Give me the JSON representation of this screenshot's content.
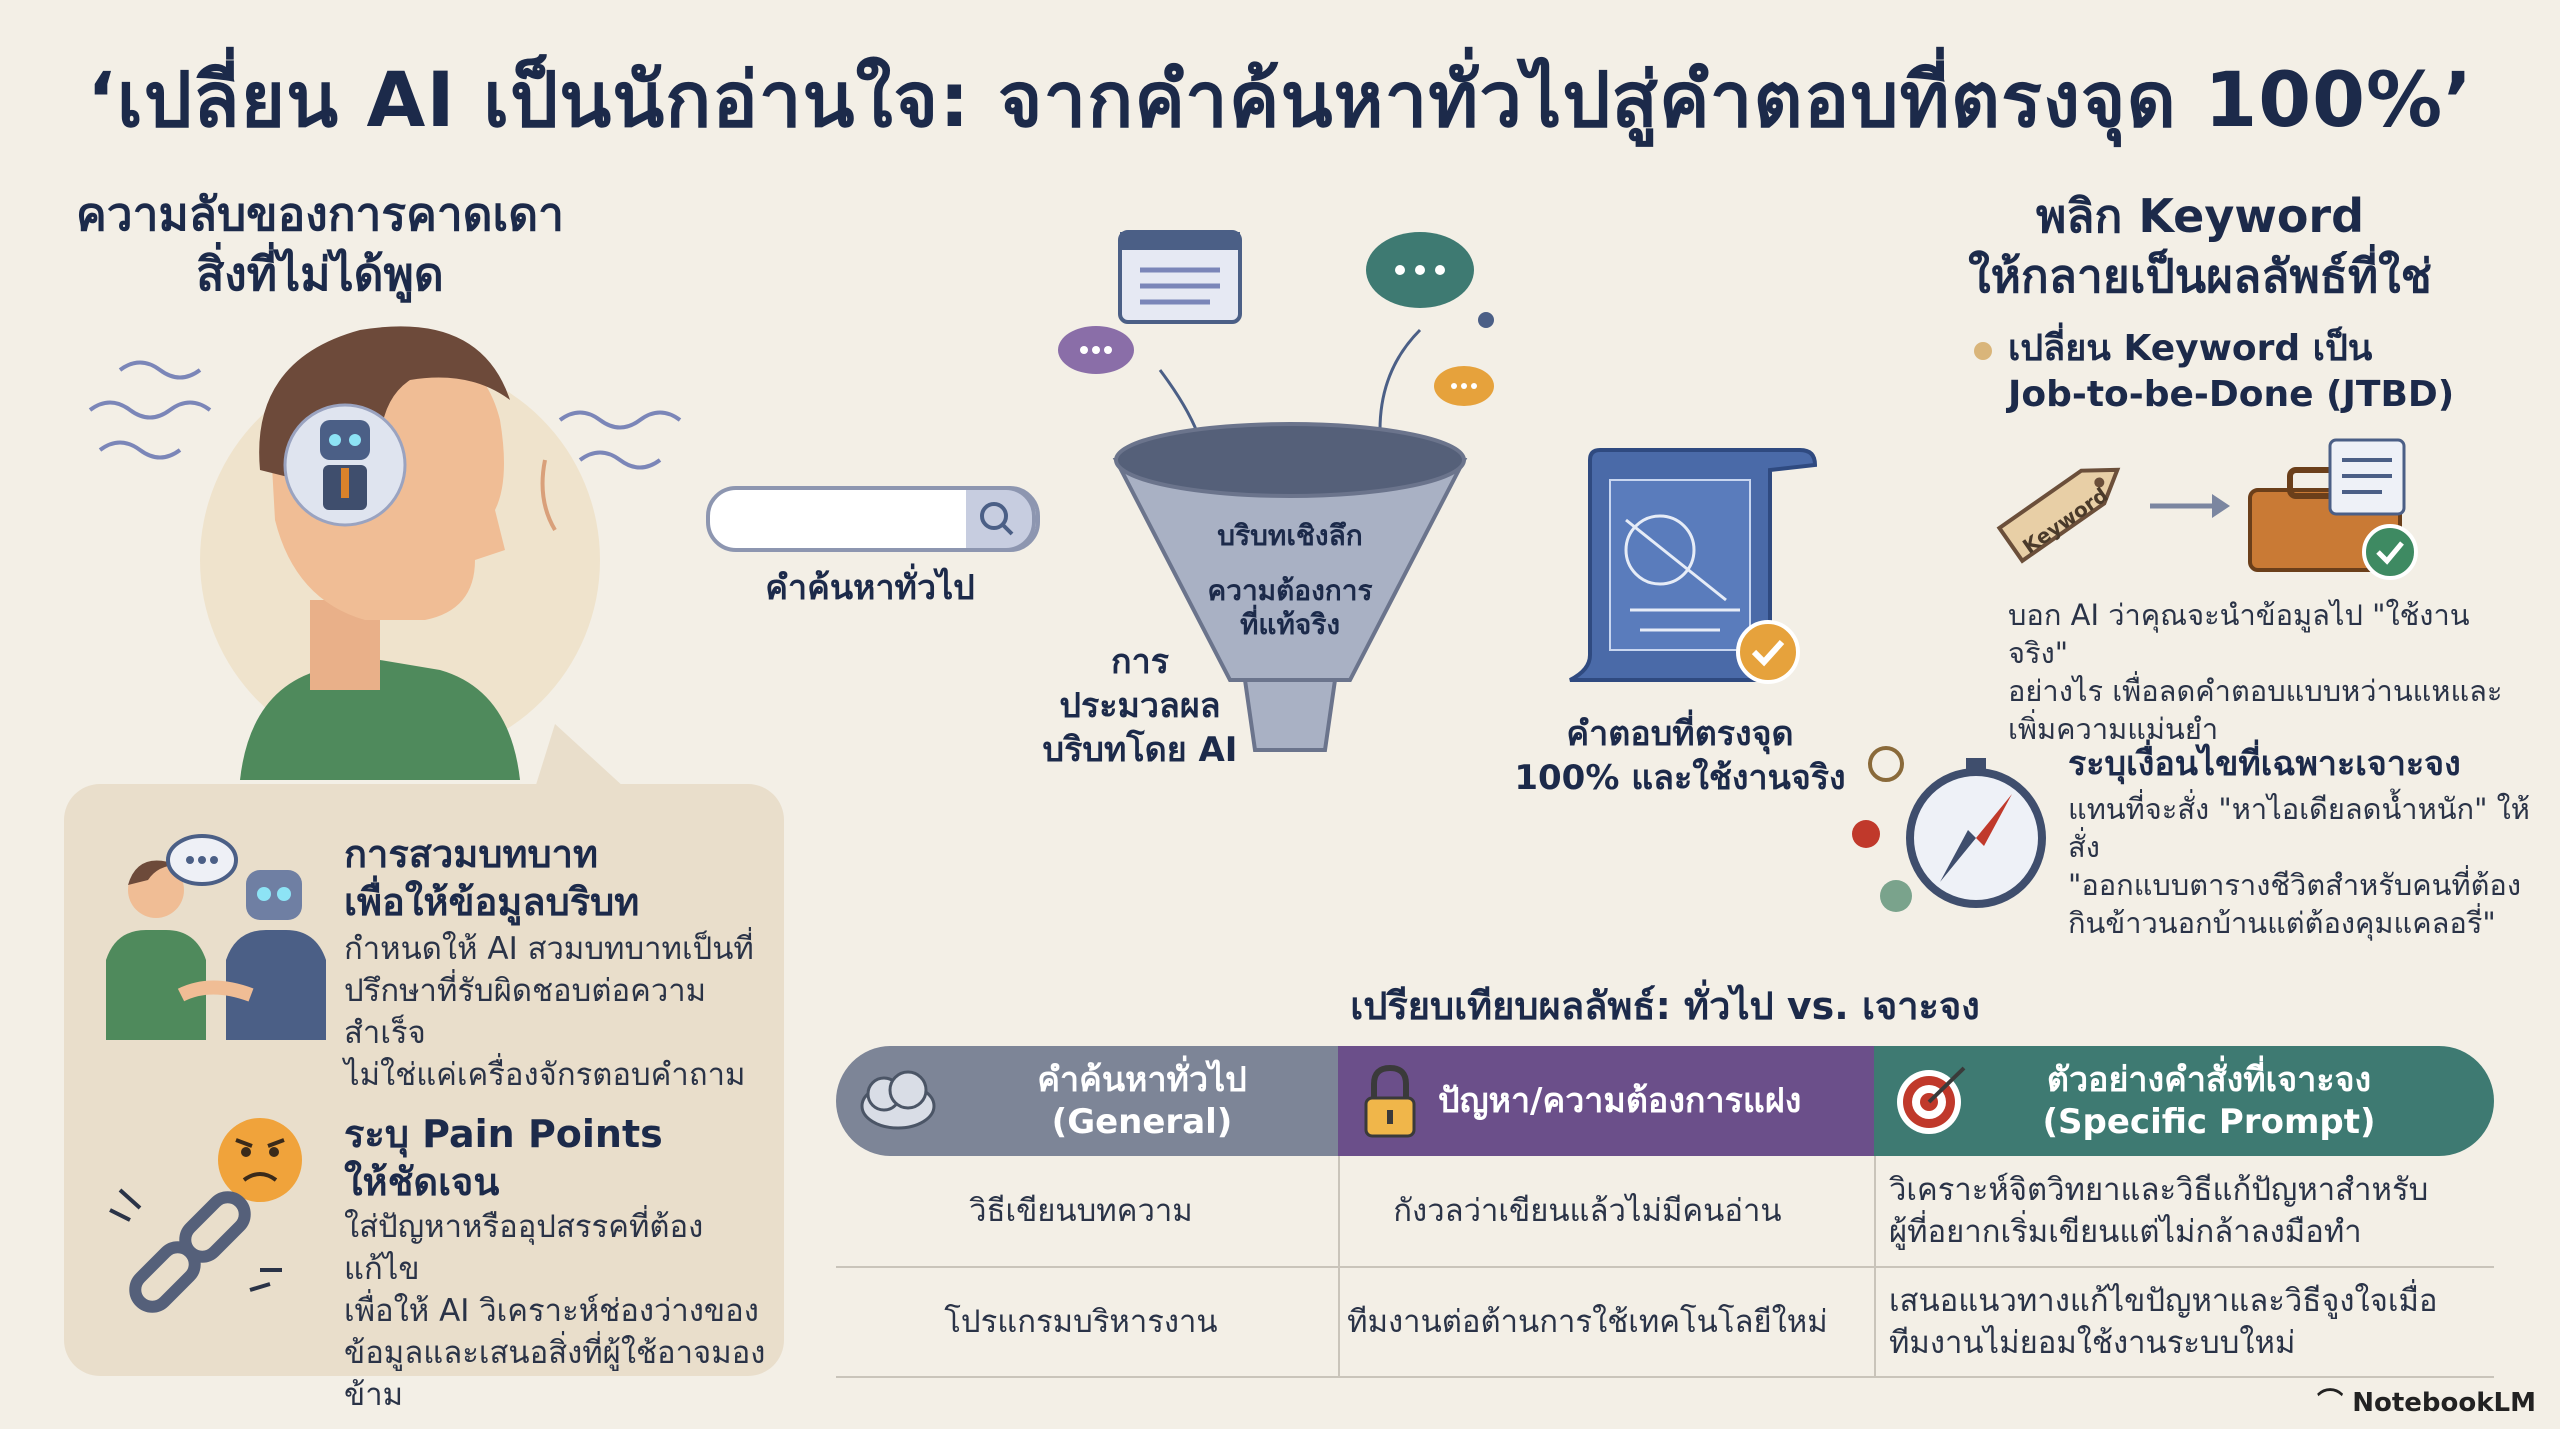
{
  "title": "‘เปลี่ยน AI เป็นนักอ่านใจ: จากคำค้นหาทั่วไปสู่คำตอบที่ตรงจุด 100%’",
  "left": {
    "heading_line1": "ความลับของการคาดเดา",
    "heading_line2": "สิ่งที่ไม่ได้พูด",
    "roleplay": {
      "title_line1": "การสวมบทบาท",
      "title_line2": "เพื่อให้ข้อมูลบริบท",
      "body_line1": "กำหนดให้ AI สวมบทบาทเป็นที่",
      "body_line2": "ปรึกษาที่รับผิดชอบต่อความสำเร็จ",
      "body_line3": "ไม่ใช่แค่เครื่องจักรตอบคำถาม"
    },
    "painpoints": {
      "title_line1": "ระบุ Pain Points",
      "title_line2": "ให้ชัดเจน",
      "body_line1": "ใส่ปัญหาหรืออุปสรรคที่ต้องแก้ไข",
      "body_line2": "เพื่อให้ AI วิเคราะห์ช่องว่างของ",
      "body_line3": "ข้อมูลและเสนอสิ่งที่ผู้ใช้อาจมองข้าม"
    }
  },
  "center": {
    "search_label": "คำค้นหาทั่วไป",
    "funnel_text1": "บริบทเชิงลึก",
    "funnel_text2_line1": "ความต้องการ",
    "funnel_text2_line2": "ที่แท้จริง",
    "process_line1": "การ",
    "process_line2": "ประมวลผล",
    "process_line3": "บริบทโดย AI",
    "answer_line1": "คำตอบที่ตรงจุด",
    "answer_line2": "100% และใช้งานจริง"
  },
  "right": {
    "heading_line1": "พลิก Keyword",
    "heading_line2": "ให้กลายเป็นผลลัพธ์ที่ใช่",
    "jtbd_line1": "เปลี่ยน Keyword เป็น",
    "jtbd_line2": "Job-to-be-Done (JTBD)",
    "tag_text": "Keyword",
    "jtbd_body_line1": "บอก AI ว่าคุณจะนำข้อมูลไป \"ใช้งานจริง\"",
    "jtbd_body_line2": "อย่างไร เพื่อลดคำตอบแบบหว่านแหและ",
    "jtbd_body_line3": "เพิ่มความแม่นยำ",
    "cond_title": "ระบุเงื่อนไขที่เฉพาะเจาะจง",
    "cond_body_line1": "แทนที่จะสั่ง \"หาไอเดียลดน้ำหนัก\" ให้สั่ง",
    "cond_body_line2": "\"ออกแบบตารางชีวิตสำหรับคนที่ต้อง",
    "cond_body_line3": "กินข้าวนอกบ้านแต่ต้องคุมแคลอรี่\""
  },
  "compare": {
    "title": "เปรียบเทียบผลลัพธ์: ทั่วไป vs. เจาะจง",
    "headers": [
      {
        "line1": "คำค้นหาทั่วไป",
        "line2": "(General)"
      },
      {
        "line1": "ปัญหา/ความต้องการแฝง",
        "line2": ""
      },
      {
        "line1": "ตัวอย่างคำสั่งที่เจาะจง",
        "line2": "(Specific Prompt)"
      }
    ],
    "rows": [
      {
        "c1": "วิธีเขียนบทความ",
        "c2": "กังวลว่าเขียนแล้วไม่มีคนอ่าน",
        "c3_line1": "วิเคราะห์จิตวิทยาและวิธีแก้ปัญหาสำหรับ",
        "c3_line2": "ผู้ที่อยากเริ่มเขียนแต่ไม่กล้าลงมือทำ"
      },
      {
        "c1": "โปรแกรมบริหารงาน",
        "c2": "ทีมงานต่อต้านการใช้เทคโนโลยีใหม่",
        "c3_line1": "เสนอแนวทางแก้ไขปัญหาและวิธีจูงใจเมื่อ",
        "c3_line2": "ทีมงานไม่ยอมใช้งานระบบใหม่"
      }
    ],
    "header_colors": [
      "#7d8597",
      "#6b4f8a",
      "#3e7a72"
    ]
  },
  "brand": "NotebookLM",
  "icons": {
    "search": "search-icon",
    "robot": "robot-icon",
    "funnel": "funnel-icon",
    "document": "blueprint-document-icon",
    "toolbox": "toolbox-icon",
    "compass": "compass-icon",
    "cloud": "cloud-icon",
    "lock": "lock-icon",
    "target": "target-icon"
  }
}
